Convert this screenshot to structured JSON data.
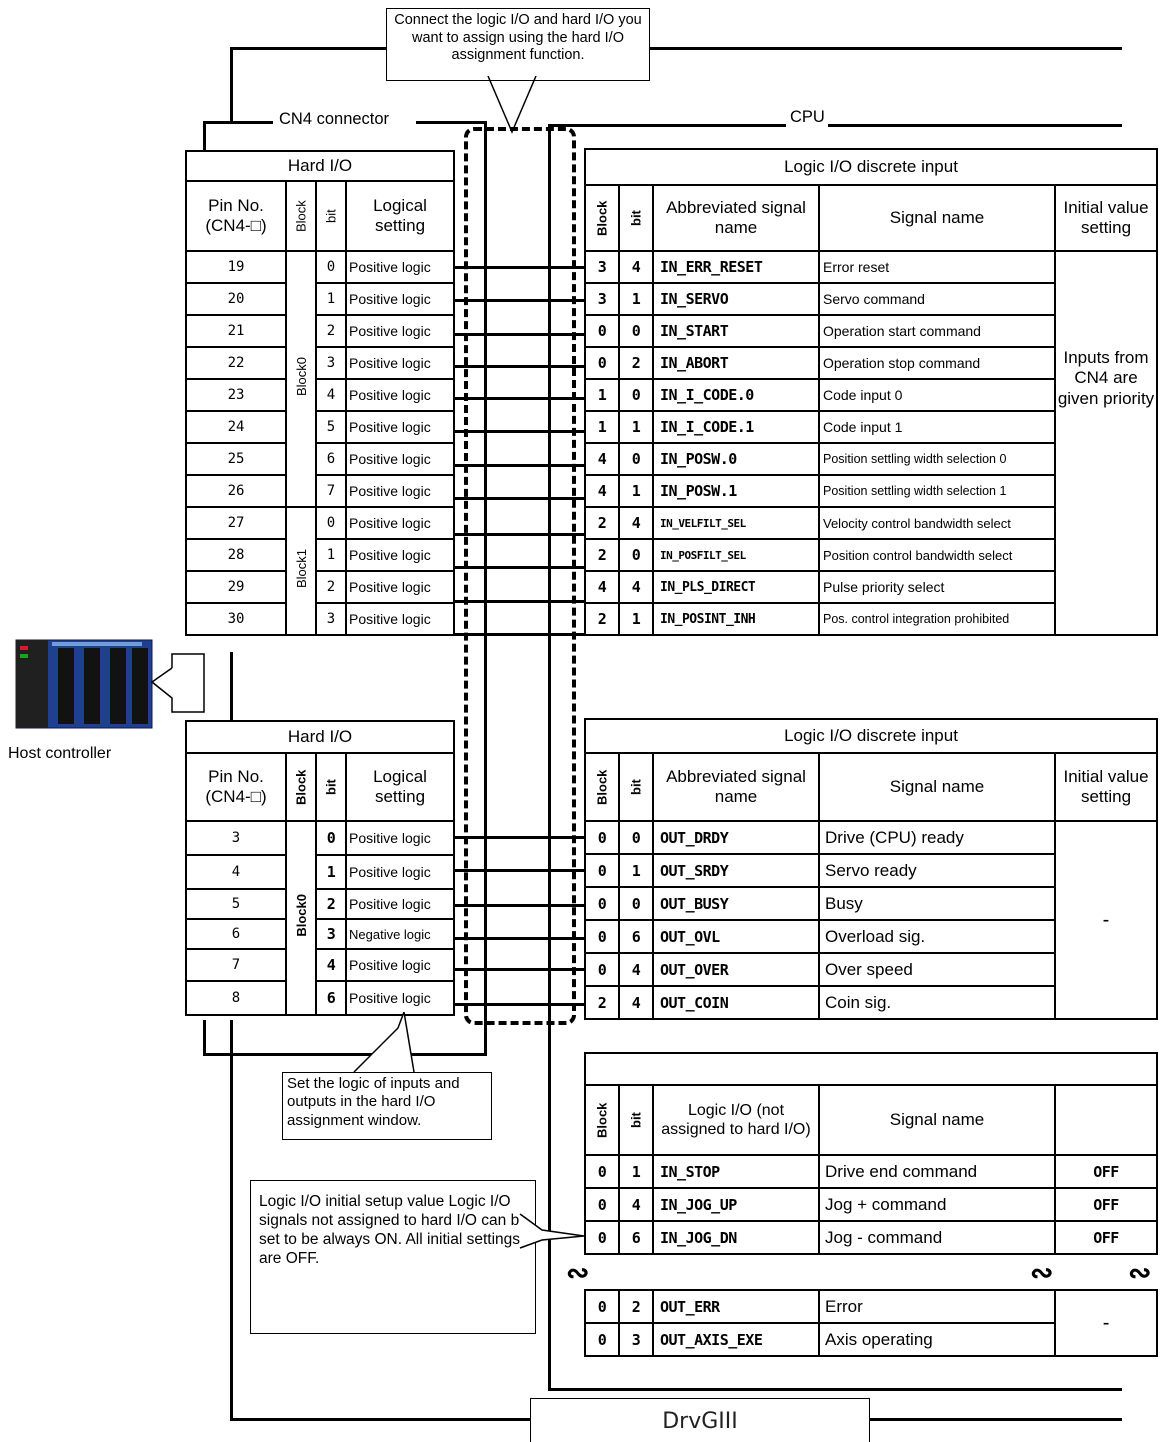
{
  "callouts": {
    "assign": "Connect the logic I/O and hard I/O you want to assign using the hard I/O assignment function.",
    "logic": "Set the logic of inputs and outputs in the hard I/O assignment window.",
    "initial": "Logic I/O initial setup value Logic I/O signals not assigned to hard I/O can be set to be always ON. All initial settings are OFF."
  },
  "labels": {
    "cn4": "CN4 connector",
    "cpu": "CPU",
    "host": "Host controller",
    "drv": "DrvGIII"
  },
  "hard_top": {
    "title": "Hard I/O",
    "col_pin": "Pin No. (CN4-□)",
    "col_block": "Block",
    "col_bit": "bit",
    "col_logic": "Logical setting",
    "block0": "Block0",
    "block1": "Block1",
    "rows": [
      {
        "pin": "19",
        "bit": "0",
        "logic": "Positive logic"
      },
      {
        "pin": "20",
        "bit": "1",
        "logic": "Positive logic"
      },
      {
        "pin": "21",
        "bit": "2",
        "logic": "Positive logic"
      },
      {
        "pin": "22",
        "bit": "3",
        "logic": "Positive logic"
      },
      {
        "pin": "23",
        "bit": "4",
        "logic": "Positive logic"
      },
      {
        "pin": "24",
        "bit": "5",
        "logic": "Positive logic"
      },
      {
        "pin": "25",
        "bit": "6",
        "logic": "Positive logic"
      },
      {
        "pin": "26",
        "bit": "7",
        "logic": "Positive logic"
      },
      {
        "pin": "27",
        "bit": "0",
        "logic": "Positive logic"
      },
      {
        "pin": "28",
        "bit": "1",
        "logic": "Positive logic"
      },
      {
        "pin": "29",
        "bit": "2",
        "logic": "Positive logic"
      },
      {
        "pin": "30",
        "bit": "3",
        "logic": "Positive logic"
      }
    ]
  },
  "hard_bottom": {
    "title": "Hard I/O",
    "col_pin": "Pin No. (CN4-□)",
    "col_block": "Block",
    "col_bit": "bit",
    "col_logic": "Logical setting",
    "block": "Block0",
    "rows": [
      {
        "pin": "3",
        "bit": "0",
        "logic": "Positive logic"
      },
      {
        "pin": "4",
        "bit": "1",
        "logic": "Positive logic"
      },
      {
        "pin": "5",
        "bit": "2",
        "logic": "Positive logic"
      },
      {
        "pin": "6",
        "bit": "3",
        "logic": "Negative logic"
      },
      {
        "pin": "7",
        "bit": "4",
        "logic": "Positive logic"
      },
      {
        "pin": "8",
        "bit": "6",
        "logic": "Positive logic"
      }
    ]
  },
  "logic_top": {
    "title": "Logic I/O discrete input",
    "col_block": "Block",
    "col_bit": "bit",
    "col_abbr": "Abbreviated signal name",
    "col_signal": "Signal name",
    "col_init": "Initial value setting",
    "init_value": "Inputs from CN4 are given priority",
    "rows": [
      {
        "block": "3",
        "bit": "4",
        "abbr": "IN_ERR_RESET",
        "signal": "Error reset"
      },
      {
        "block": "3",
        "bit": "1",
        "abbr": "IN_SERVO",
        "signal": "Servo command"
      },
      {
        "block": "0",
        "bit": "0",
        "abbr": "IN_START",
        "signal": "Operation start command"
      },
      {
        "block": "0",
        "bit": "2",
        "abbr": "IN_ABORT",
        "signal": "Operation stop command"
      },
      {
        "block": "1",
        "bit": "0",
        "abbr": "IN_I_CODE.0",
        "signal": "Code input 0"
      },
      {
        "block": "1",
        "bit": "1",
        "abbr": "IN_I_CODE.1",
        "signal": "Code input 1"
      },
      {
        "block": "4",
        "bit": "0",
        "abbr": "IN_POSW.0",
        "signal": "Position settling width selection 0"
      },
      {
        "block": "4",
        "bit": "1",
        "abbr": "IN_POSW.1",
        "signal": "Position settling width selection 1"
      },
      {
        "block": "2",
        "bit": "4",
        "abbr": "IN_VELFILT_SEL",
        "signal": "Velocity control bandwidth select"
      },
      {
        "block": "2",
        "bit": "0",
        "abbr": "IN_POSFILT_SEL",
        "signal": "Position control bandwidth select"
      },
      {
        "block": "4",
        "bit": "4",
        "abbr": "IN_PLS_DIRECT",
        "signal": "Pulse priority select"
      },
      {
        "block": "2",
        "bit": "1",
        "abbr": "IN_POSINT_INH",
        "signal": "Pos. control integration prohibited"
      }
    ]
  },
  "logic_bottom": {
    "title": "Logic I/O discrete input",
    "col_block": "Block",
    "col_bit": "bit",
    "col_abbr": "Abbreviated signal name",
    "col_signal": "Signal name",
    "col_init": "Initial value setting",
    "init_value": "-",
    "rows": [
      {
        "block": "0",
        "bit": "0",
        "abbr": "OUT_DRDY",
        "signal": "Drive (CPU) ready"
      },
      {
        "block": "0",
        "bit": "1",
        "abbr": "OUT_SRDY",
        "signal": "Servo ready"
      },
      {
        "block": "0",
        "bit": "0",
        "abbr": "OUT_BUSY",
        "signal": "Busy"
      },
      {
        "block": "0",
        "bit": "6",
        "abbr": "OUT_OVL",
        "signal": "Overload sig."
      },
      {
        "block": "0",
        "bit": "4",
        "abbr": "OUT_OVER",
        "signal": "Over speed"
      },
      {
        "block": "2",
        "bit": "4",
        "abbr": "OUT_COIN",
        "signal": "Coin sig."
      }
    ]
  },
  "unassigned": {
    "col_block": "Block",
    "col_bit": "bit",
    "col_logic": "Logic I/O (not assigned to hard I/O)",
    "col_signal": "Signal name",
    "rows": [
      {
        "block": "0",
        "bit": "1",
        "abbr": "IN_STOP",
        "signal": "Drive end command",
        "init": "OFF"
      },
      {
        "block": "0",
        "bit": "4",
        "abbr": "IN_JOG_UP",
        "signal": "Jog + command",
        "init": "OFF"
      },
      {
        "block": "0",
        "bit": "6",
        "abbr": "IN_JOG_DN",
        "signal": "Jog - command",
        "init": "OFF"
      }
    ],
    "rows2": [
      {
        "block": "0",
        "bit": "2",
        "abbr": "OUT_ERR",
        "signal": "Error"
      },
      {
        "block": "0",
        "bit": "3",
        "abbr": "OUT_AXIS_EXE",
        "signal": "Axis operating"
      }
    ],
    "init2": "-"
  }
}
